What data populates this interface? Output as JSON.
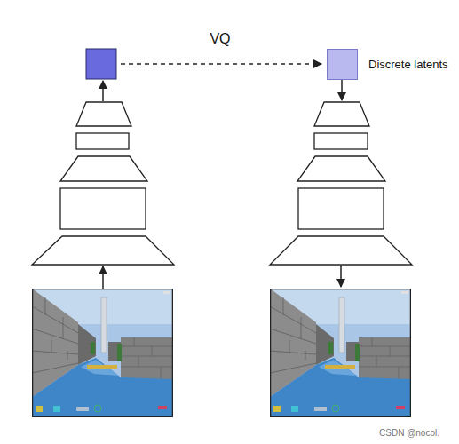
{
  "diagram": {
    "nodes": [
      {
        "text": [
          "Discrete latents"
        ]
      }
    ],
    "labels": [
      "VQ",
      "CSDN @nocol."
    ]
  }
}
